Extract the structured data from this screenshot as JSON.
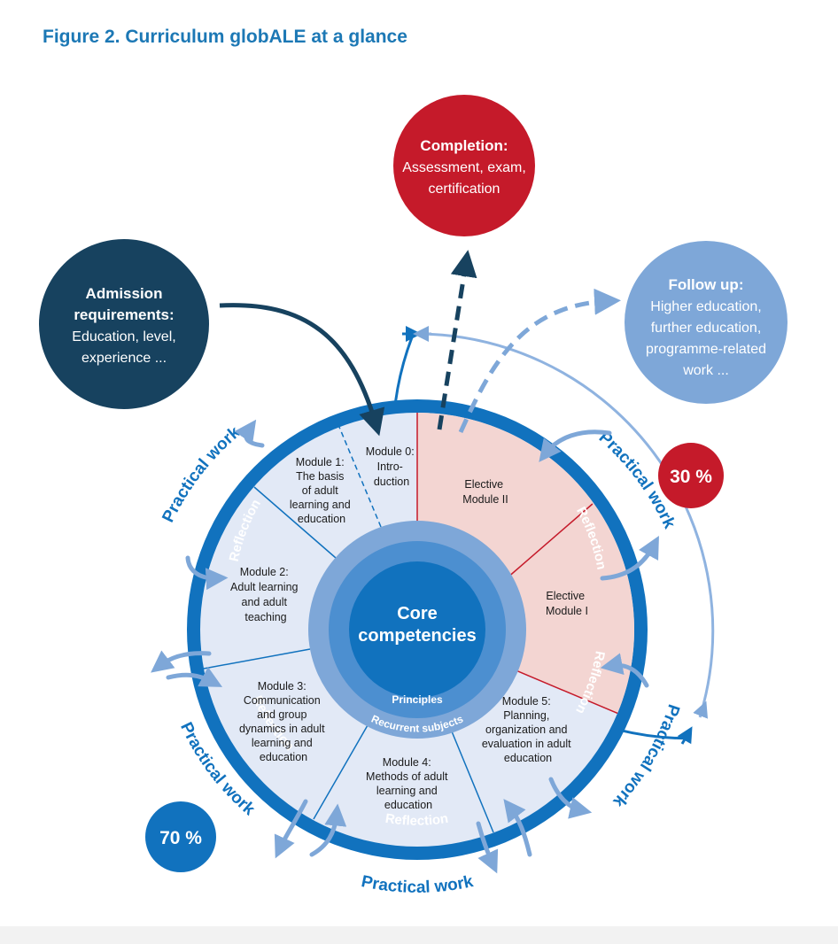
{
  "title": "Figure 2. Curriculum globALE at a glance",
  "colors": {
    "title": "#1c78b5",
    "dark_navy": "#17425f",
    "ring_blue": "#1172be",
    "light_blue": "#7ea7d8",
    "pale_blue": "#e2e9f6",
    "pale_pink": "#f3d5d2",
    "red": "#c51a2a"
  },
  "completion": {
    "heading": "Completion:",
    "line1": "Assessment, exam,",
    "line2": "certification"
  },
  "admission": {
    "heading1": "Admission",
    "heading2": "requirements:",
    "line1": "Education, level,",
    "line2": "experience ..."
  },
  "follow_up": {
    "heading": "Follow up:",
    "line1": "Higher education,",
    "line2": "further education,",
    "line3": "programme-related",
    "line4": "work ..."
  },
  "percentages": {
    "elective": "30 %",
    "core": "70 %"
  },
  "core": {
    "line1": "Core",
    "line2": "competencies",
    "principles": "Principles",
    "recurrent": "Recurrent subjects"
  },
  "ring_labels": {
    "reflection": "Reflection",
    "practical_work": "Practical work"
  },
  "modules": {
    "m0": [
      "Module 0:",
      "Intro-",
      "duction"
    ],
    "m1": [
      "Module 1:",
      "The basis",
      "of adult",
      "learning and",
      "education"
    ],
    "m2": [
      "Module 2:",
      "Adult learning",
      "and adult",
      "teaching"
    ],
    "m3": [
      "Module 3:",
      "Communication",
      "and group",
      "dynamics in adult",
      "learning and",
      "education"
    ],
    "m4": [
      "Module 4:",
      "Methods of adult",
      "learning and",
      "education"
    ],
    "m5": [
      "Module 5:",
      "Planning,",
      "organization and",
      "evaluation in adult",
      "education"
    ],
    "e1": [
      "Elective",
      "Module I"
    ],
    "e2": [
      "Elective",
      "Module II"
    ]
  }
}
